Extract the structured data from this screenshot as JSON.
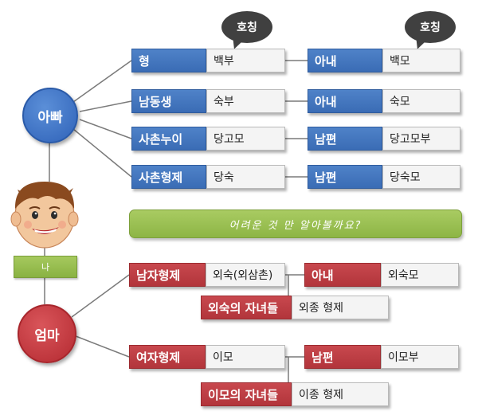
{
  "bubbles": [
    "호칭",
    "호칭"
  ],
  "father": {
    "label": "아빠",
    "rows": [
      {
        "relation": "형",
        "title": "백부",
        "spouse": "아내",
        "spouse_title": "백모"
      },
      {
        "relation": "남동생",
        "title": "숙부",
        "spouse": "아내",
        "spouse_title": "숙모"
      },
      {
        "relation": "사촌누이",
        "title": "당고모",
        "spouse": "남편",
        "spouse_title": "당고모부"
      },
      {
        "relation": "사촌형제",
        "title": "당숙",
        "spouse": "남편",
        "spouse_title": "당숙모"
      }
    ]
  },
  "banner": "어려운 것 만 알아볼까요?",
  "me_label": "나",
  "mother": {
    "label": "엄마",
    "uncle": {
      "relation": "남자형제",
      "title": "외숙(외삼촌)",
      "spouse": "아내",
      "spouse_title": "외숙모"
    },
    "uncle_children": {
      "relation": "외숙의 자녀들",
      "title": "외종 형제"
    },
    "aunt": {
      "relation": "여자형제",
      "title": "이모",
      "spouse": "남편",
      "spouse_title": "이모부"
    },
    "aunt_children": {
      "relation": "이모의 자녀들",
      "title": "이종 형제"
    }
  },
  "colors": {
    "father_blue": "#3a6cb5",
    "mother_red": "#b2353b",
    "banner_green": "#8db545"
  }
}
